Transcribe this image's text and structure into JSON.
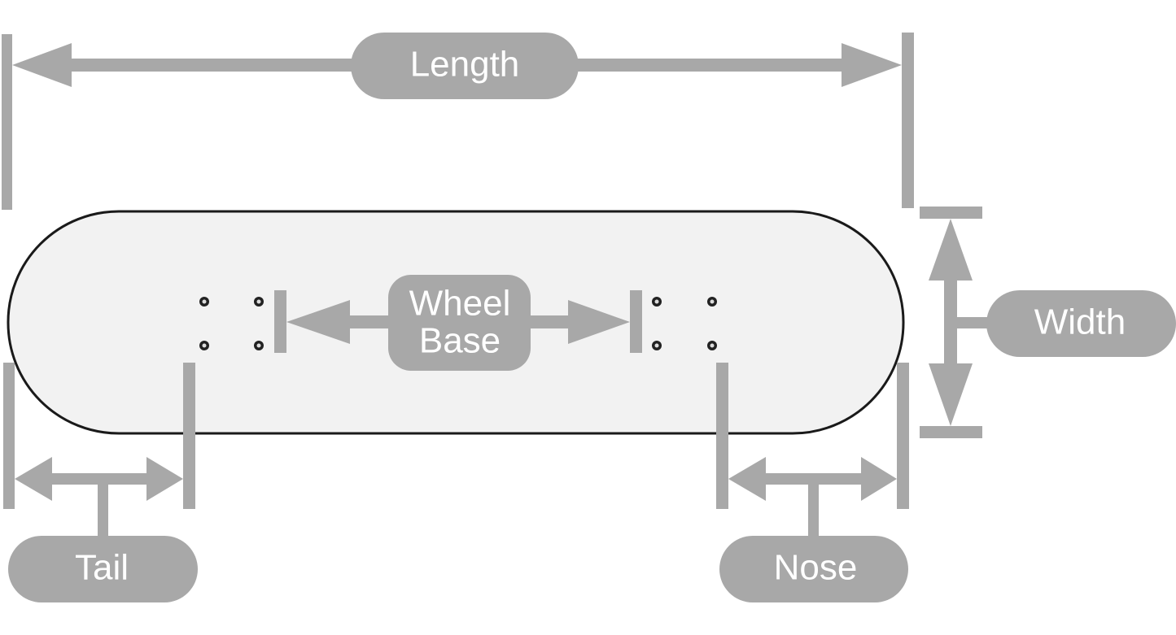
{
  "labels": {
    "length": "Length",
    "wheel_base_line1": "Wheel",
    "wheel_base_line2": "Base",
    "width": "Width",
    "tail": "Tail",
    "nose": "Nose"
  },
  "colors": {
    "dimension": "#a8a8a8",
    "deck_fill": "#f2f2f2",
    "deck_outline": "#1a1a1a",
    "label_text": "#ffffff"
  }
}
